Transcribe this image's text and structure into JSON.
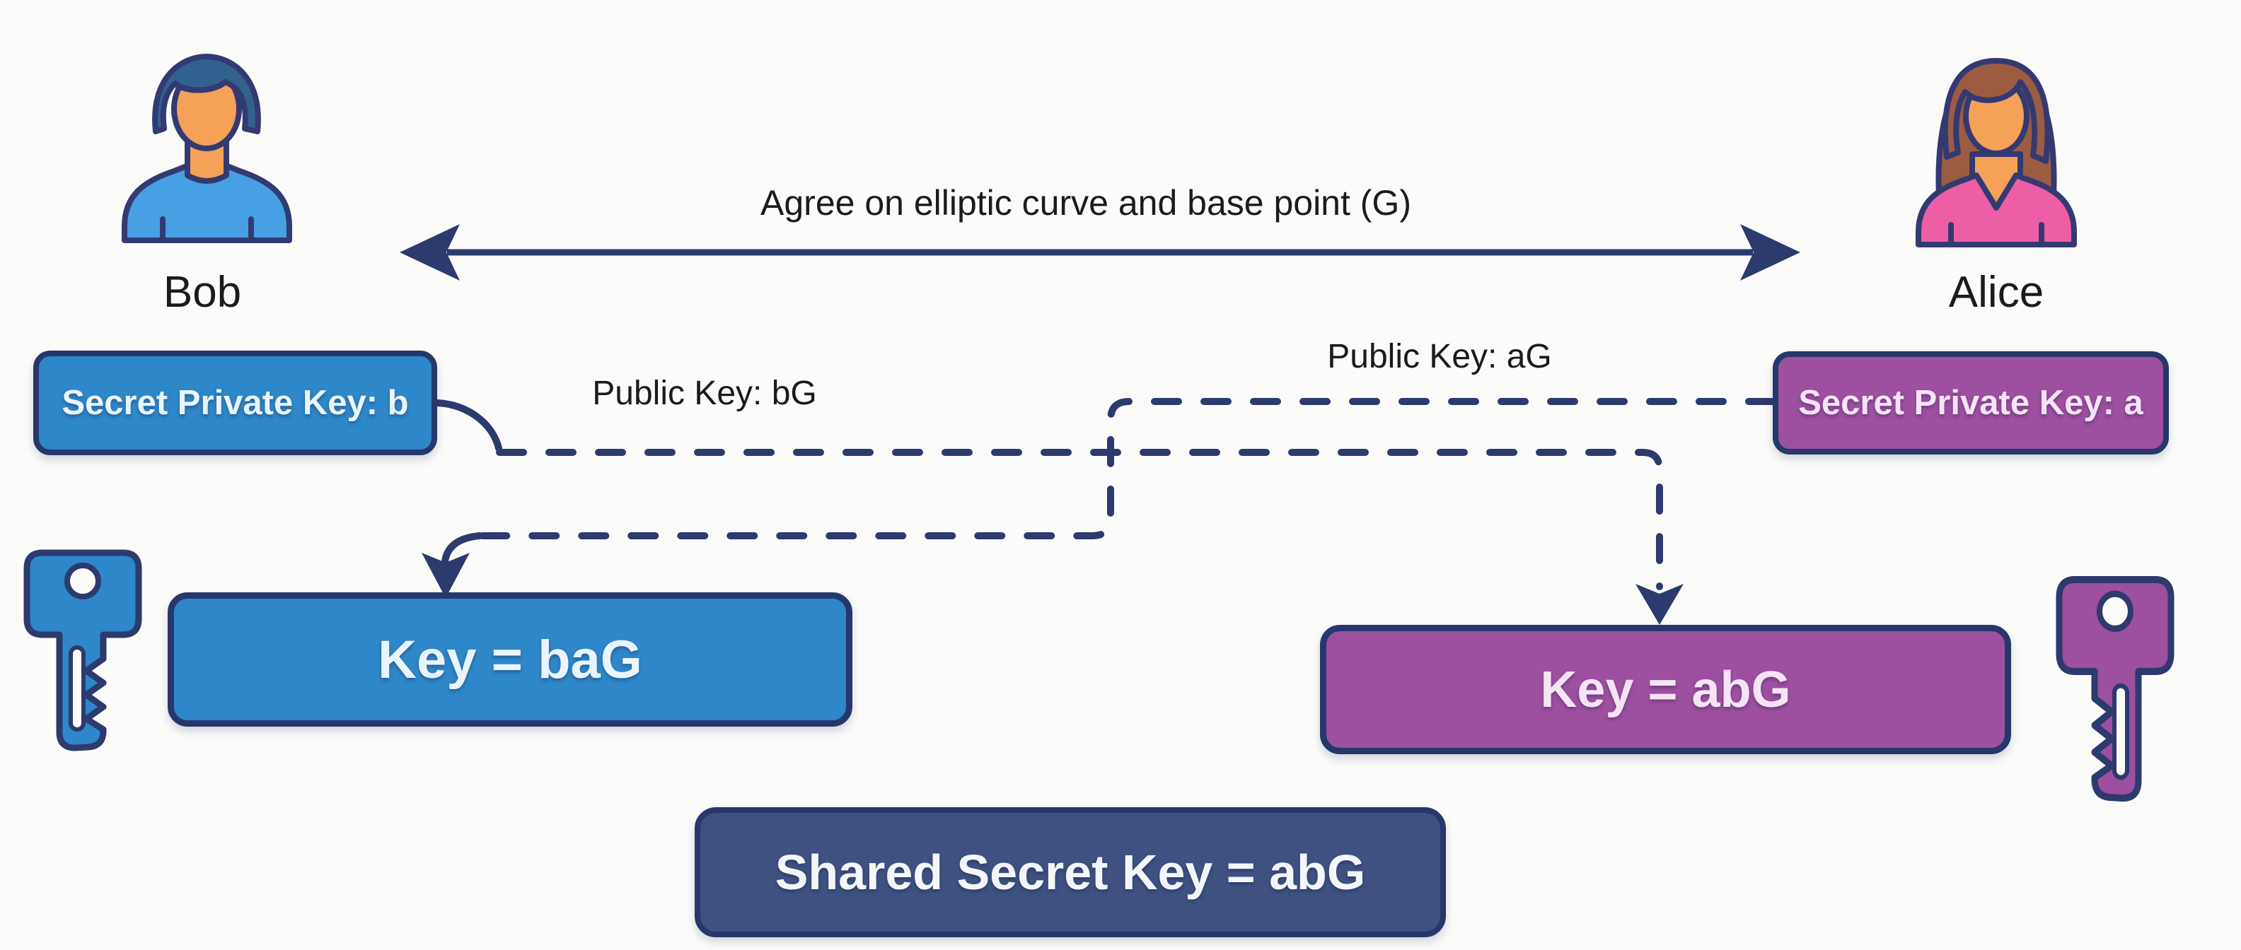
{
  "actors": {
    "bob": {
      "name": "Bob"
    },
    "alice": {
      "name": "Alice"
    }
  },
  "agreement": {
    "label": "Agree on elliptic curve and base point (G)"
  },
  "private_keys": {
    "bob": "Secret Private Key: b",
    "alice": "Secret Private Key: a"
  },
  "public_keys": {
    "bob": "Public Key: bG",
    "alice": "Public Key: aG"
  },
  "computed_keys": {
    "bob": "Key = baG",
    "alice": "Key = abG"
  },
  "shared_key": "Shared Secret Key = abG",
  "icons": {
    "bob_avatar": "man-avatar-icon",
    "alice_avatar": "woman-avatar-icon",
    "bob_key": "blue-key-icon",
    "alice_key": "purple-key-icon"
  },
  "colors": {
    "background": "#fbfbfa",
    "navy": "#2c3a6d",
    "box_border": "#26376b",
    "blue": "#2e87c8",
    "purple": "#9d4fa0",
    "slate": "#3e5181",
    "shirt_blue": "#46a0e3",
    "hair_blue": "#33618f",
    "skin": "#f5a158",
    "pink": "#ee5ea6",
    "hair_brown": "#9c5c42",
    "avatar_outline": "#333a72",
    "label_text": "#1b1b1b",
    "blue_box_text": "#eaf4fd",
    "purple_box_text": "#f6e4f6",
    "shared_box_text": "#f4f6fa"
  }
}
